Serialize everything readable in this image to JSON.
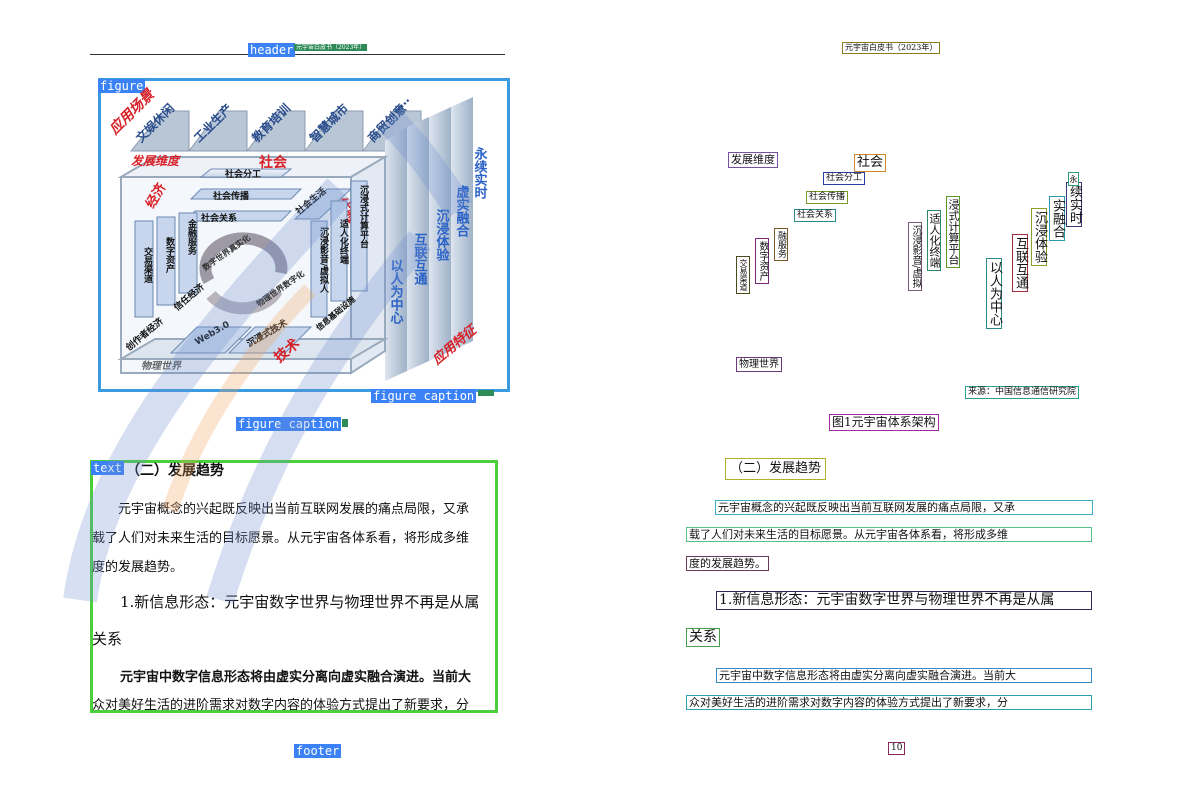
{
  "left": {
    "header_tag": "header",
    "header_text": "元宇宙白皮书（2023年）",
    "figure_tag": "figure",
    "figure_caption_tag": "figure caption",
    "figure_caption_tag2": "figure caption",
    "text_tag": "text",
    "footer_tag": "footer",
    "heading": "（二）发展趋势",
    "para1_line1": "元宇宙概念的兴起既反映出当前互联网发展的痛点局限，又承",
    "para1_line2": "载了人们对未来生活的目标愿景。从元宇宙各体系看，将形成多维",
    "para1_line3": "度的发展趋势。",
    "h2_line1": "1.新信息形态：元宇宙数字世界与物理世界不再是从属",
    "h2_line2": "关系",
    "para2_line1": "元宇宙中数字信息形态将由虚实分离向虚实融合演进。当前大",
    "para2_line2": "众对美好生活的进阶需求对数字内容的体验方式提出了新要求，分",
    "diagram": {
      "app_scene": "应用场景",
      "dev_dim": "发展维度",
      "top_items": [
        "文娱休闲",
        "工业生产",
        "教育培训",
        "智慧城市",
        "商贸创意",
        "……"
      ],
      "society": "社会",
      "social_division": "社会分工",
      "social_spread": "社会传播",
      "social_relation": "社会关系",
      "social_life": "社会生活",
      "economy": "经济",
      "experience": "体验",
      "tech": "技术",
      "trade": "交易渠道",
      "digital_asset": "数字资产",
      "finance": "金融服务",
      "creator": "创作者经济",
      "trust": "信任经济",
      "web3": "Web3.0",
      "immersive_tech": "沉浸式技术",
      "immersive_compute": "沉浸式计算平台",
      "adaptive_terminal": "适人化终端",
      "immersive_video": "沉浸影音/虚拟人",
      "info_infra": "信息基础设施",
      "digital_world_twin": "物理世界数字化",
      "digital_world_real": "数字世界真实化",
      "physical_world": "物理世界",
      "human_center": "以人为中心",
      "interconnect": "互联互通",
      "immersive_exp": "沉浸体验",
      "virtual_real": "虚实融合",
      "sustainable": "永续实时",
      "app_feature": "应用特征"
    }
  },
  "right": {
    "header": "元宇宙白皮书（2023年）",
    "dev_dim": "发展维度",
    "society": "社会",
    "social_division": "社会分工",
    "social_spread": "社会传播",
    "social_relation": "社会关系",
    "finance": "融服务",
    "digital_asset": "数字资产",
    "trade": "交易渠道",
    "immersive_video": "沉浸影音/虚拟",
    "adaptive_terminal": "适人化终端",
    "immersive_compute": "浸式计算平台",
    "human_center": "以人为中心",
    "interconnect": "互联互通",
    "immersive_exp": "沉浸体验",
    "virtual_real": "实融合",
    "sustainable": "续实时",
    "sustainable_small": "永",
    "physical_world": "物理世界",
    "source": "来源：中国信息通信研究院",
    "caption": "图1元宇宙体系架构",
    "heading": "（二）发展趋势",
    "para1_line1": "元宇宙概念的兴起既反映出当前互联网发展的痛点局限，又承",
    "para1_line2": "载了人们对未来生活的目标愿景。从元宇宙各体系看，将形成多维",
    "para1_line3": "度的发展趋势。",
    "h2_line1": "1.新信息形态：元宇宙数字世界与物理世界不再是从属",
    "h2_line2": "关系",
    "para2_line1": "元宇宙中数字信息形态将由虚实分离向虚实融合演进。当前大",
    "para2_line2": "众对美好生活的进阶需求对数字内容的体验方式提出了新要求，分",
    "page_number": "10"
  },
  "colors": {
    "figure_border": "#3b9be0",
    "text_border": "#4ccf3c",
    "tag_bg": "#3b82f6",
    "red_label": "#d81f26",
    "blue_text": "#2a62c8"
  }
}
